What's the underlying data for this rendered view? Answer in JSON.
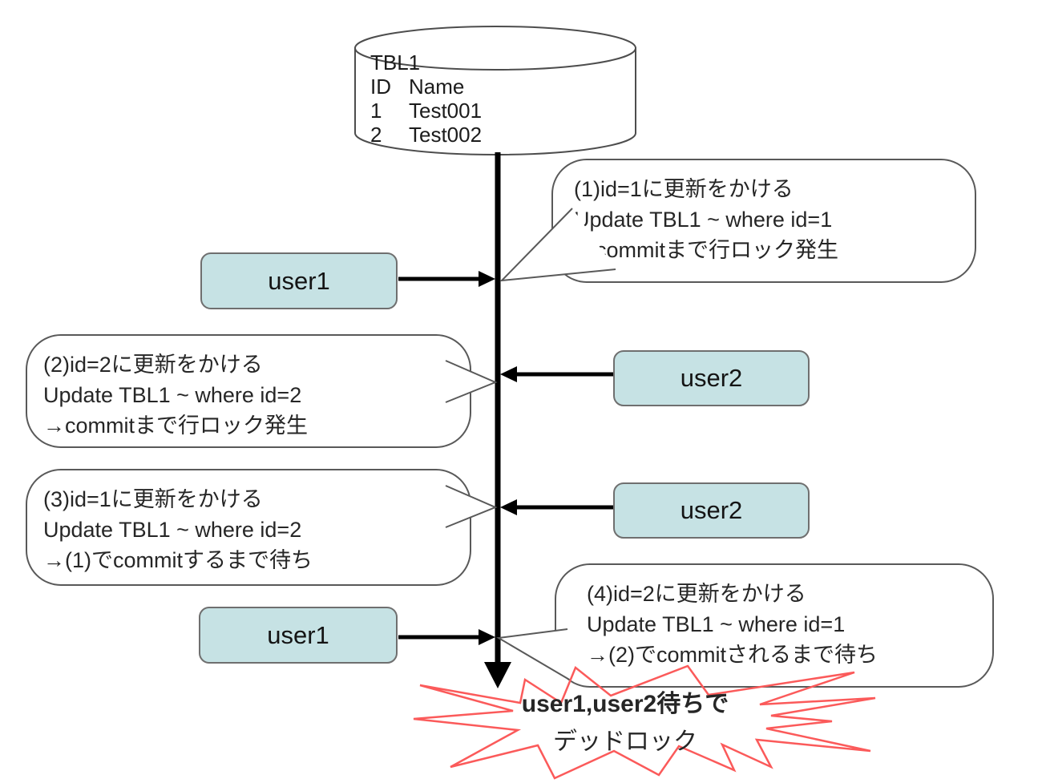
{
  "database": {
    "title": "TBL1",
    "col_id": "ID",
    "col_name": "Name",
    "rows": [
      {
        "id": "1",
        "name": "Test001"
      },
      {
        "id": "2",
        "name": "Test002"
      }
    ]
  },
  "actors": [
    {
      "label": "user1"
    },
    {
      "label": "user2"
    },
    {
      "label": "user2"
    },
    {
      "label": "user1"
    }
  ],
  "callouts": [
    {
      "lines": [
        "(1)id=1に更新をかける",
        "Update TBL1 ~ where id=1",
        "→commitまで行ロック発生"
      ]
    },
    {
      "lines": [
        "(2)id=2に更新をかける",
        "Update TBL1 ~ where id=2",
        "→commitまで行ロック発生"
      ]
    },
    {
      "lines": [
        "(3)id=1に更新をかける",
        "Update TBL1 ~ where id=2",
        "→(1)でcommitするまで待ち"
      ]
    },
    {
      "lines": [
        "(4)id=2に更新をかける",
        "Update TBL1 ~ where id=1",
        "→(2)でcommitされるまで待ち"
      ]
    }
  ],
  "burst": {
    "line1": "user1,user2待ちで",
    "line2": "デッドロック"
  },
  "colors": {
    "actor_fill": "#c6e2e4",
    "actor_border": "#6f6f6f",
    "callout_border": "#595959",
    "cylinder_stroke": "#4d4d4d",
    "line_color": "#000000",
    "burst_stroke": "#fb5a5a",
    "text_color": "#262626"
  }
}
